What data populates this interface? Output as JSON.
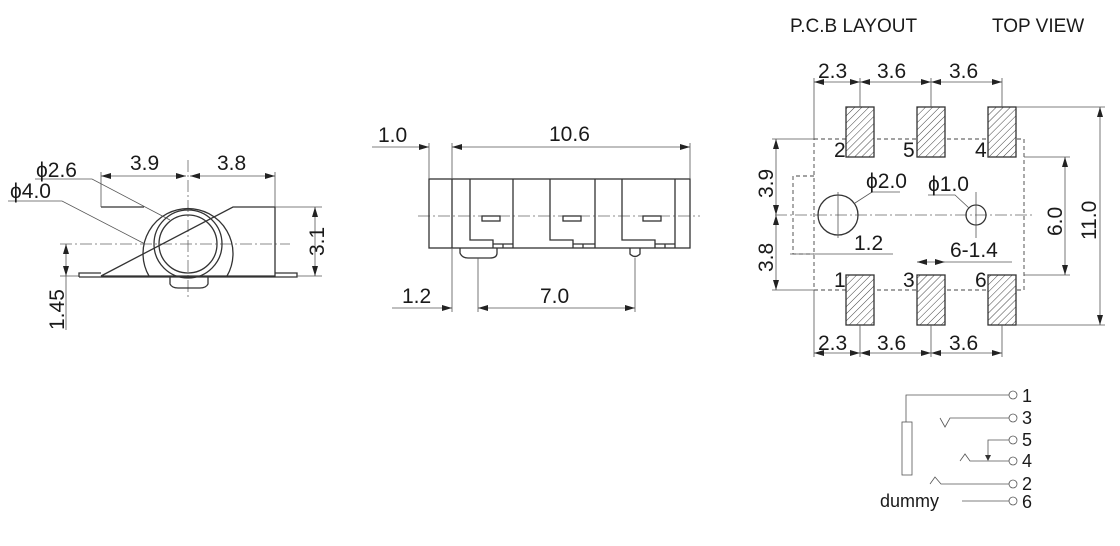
{
  "front_view": {
    "dims": {
      "phi_inner": "ϕ2.6",
      "phi_outer": "ϕ4.0",
      "left_width": "3.9",
      "right_width": "3.8",
      "height": "3.1",
      "center_height": "1.45"
    }
  },
  "side_view": {
    "dims": {
      "offset_top": "1.0",
      "length": "10.6",
      "offset_bottom": "1.2",
      "pin_spacing": "7.0"
    }
  },
  "pcb_layout": {
    "title": "P.C.B LAYOUT",
    "view": "TOP VIEW",
    "top_dims": [
      "2.3",
      "3.6",
      "3.6"
    ],
    "bottom_dims": [
      "2.3",
      "3.6",
      "3.6"
    ],
    "left_dims": [
      "3.9",
      "3.8"
    ],
    "pad_span": "6.0",
    "overall": "11.0",
    "hole_large": "ϕ2.0",
    "hole_small": "ϕ1.0",
    "hole_offset": "1.2",
    "pad_width": "6-1.4",
    "top_pads": [
      "2",
      "5",
      "4"
    ],
    "bottom_pads": [
      "1",
      "3",
      "6"
    ]
  },
  "schematic": {
    "pins": [
      "1",
      "3",
      "5",
      "4",
      "2",
      "6"
    ],
    "dummy_label": "dummy"
  }
}
